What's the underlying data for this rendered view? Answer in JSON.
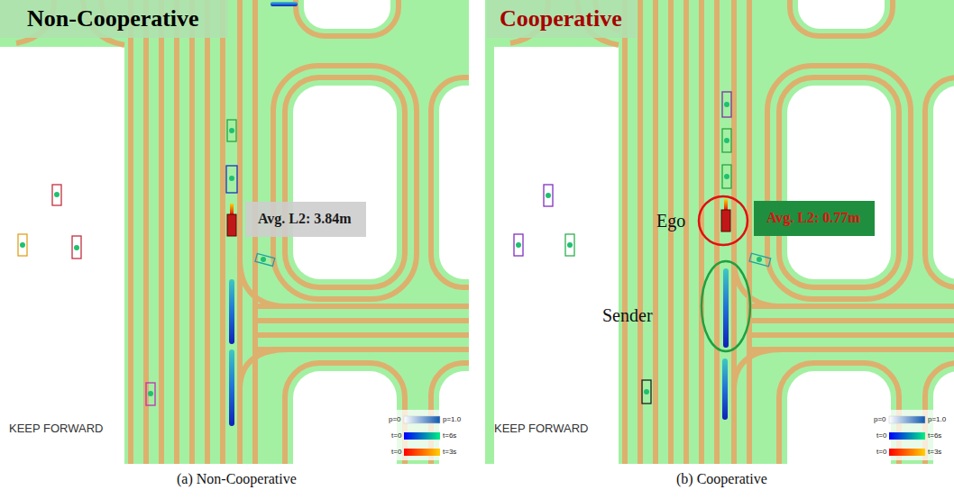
{
  "diagram": {
    "nodes": [
      {
        "text": [
          "Non-Cooperative"
        ]
      },
      {
        "text": [
          "Avg. L2: 3.84m"
        ]
      },
      {
        "text": [
          "Cooperative"
        ]
      },
      {
        "text": [
          "Ego"
        ]
      },
      {
        "text": [
          "Avg. L2: 0.77m"
        ]
      },
      {
        "text": [
          "Sender"
        ]
      }
    ],
    "labels": [
      "KEEP FORWARD",
      "p=0",
      "p=1.0",
      "t=0",
      "t=6s",
      "t=0",
      "t=3s",
      "KEEP FORWARD",
      "p=0",
      "p=1.0",
      "t=0",
      "t=6s",
      "t=0",
      "t=3s",
      "(a) Non-Cooperative",
      "(b) Cooperative"
    ]
  }
}
